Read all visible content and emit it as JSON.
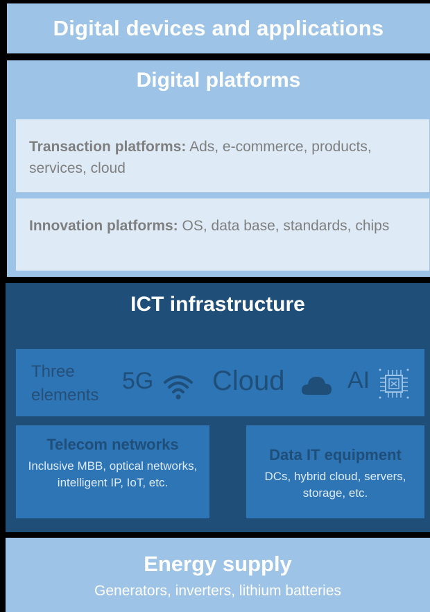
{
  "devices": {
    "title": "Digital devices and applications"
  },
  "platforms": {
    "title": "Digital platforms",
    "transaction": {
      "label": "Transaction platforms:",
      "text": " Ads, e-commerce, products, services, cloud"
    },
    "innovation": {
      "label": "Innovation platforms:",
      "text": " OS, data base, standards, chips"
    }
  },
  "ict": {
    "title": "ICT infrastructure",
    "elements": {
      "label": "Three elements",
      "fiveg": "5G",
      "cloud": "Cloud",
      "ai": "AI"
    },
    "telecom": {
      "title": "Telecom networks",
      "desc": "Inclusive MBB, optical networks, intelligent IP, IoT, etc."
    },
    "datait": {
      "title": "Data IT equipment",
      "desc": "DCs, hybrid cloud, servers, storage, etc."
    }
  },
  "energy": {
    "title": "Energy supply",
    "desc": "Generators, inverters, lithium batteries"
  },
  "colors": {
    "light_blue": "#9dc3e6",
    "pale_blue": "#deebf7",
    "dark_navy": "#1f4e79",
    "mid_blue": "#2e75b6",
    "grey_text": "#7f7f7f"
  },
  "icons": [
    "wifi-icon",
    "cloud-icon",
    "chip-icon"
  ]
}
